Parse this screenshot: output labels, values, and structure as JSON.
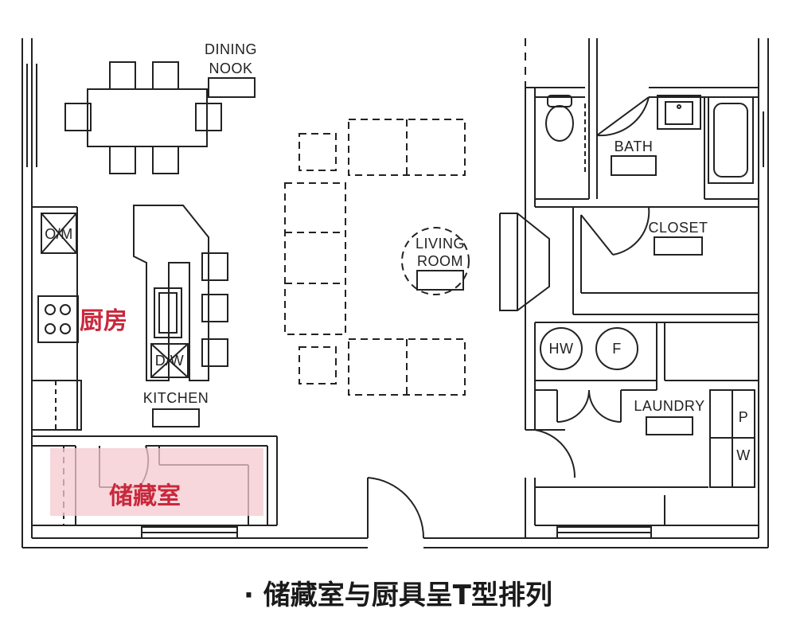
{
  "labels": {
    "dining_nook": [
      "DINING",
      "NOOK"
    ],
    "living_room": [
      "LIVING",
      "ROOM"
    ],
    "bath": "BATH",
    "closet": "CLOSET",
    "laundry": "LAUNDRY",
    "kitchen": "KITCHEN",
    "om": "O/M",
    "dw": "D/W",
    "hw": "HW",
    "f": "F",
    "p": "P",
    "w": "W"
  },
  "annotations": {
    "kitchen_cn": "厨房",
    "storage_cn": "储藏室"
  },
  "caption": "· 储藏室与厨具呈T型排列",
  "colors": {
    "wall": "#222222",
    "highlight_text": "#c8283c",
    "highlight_fill": "#f4c9cf"
  }
}
